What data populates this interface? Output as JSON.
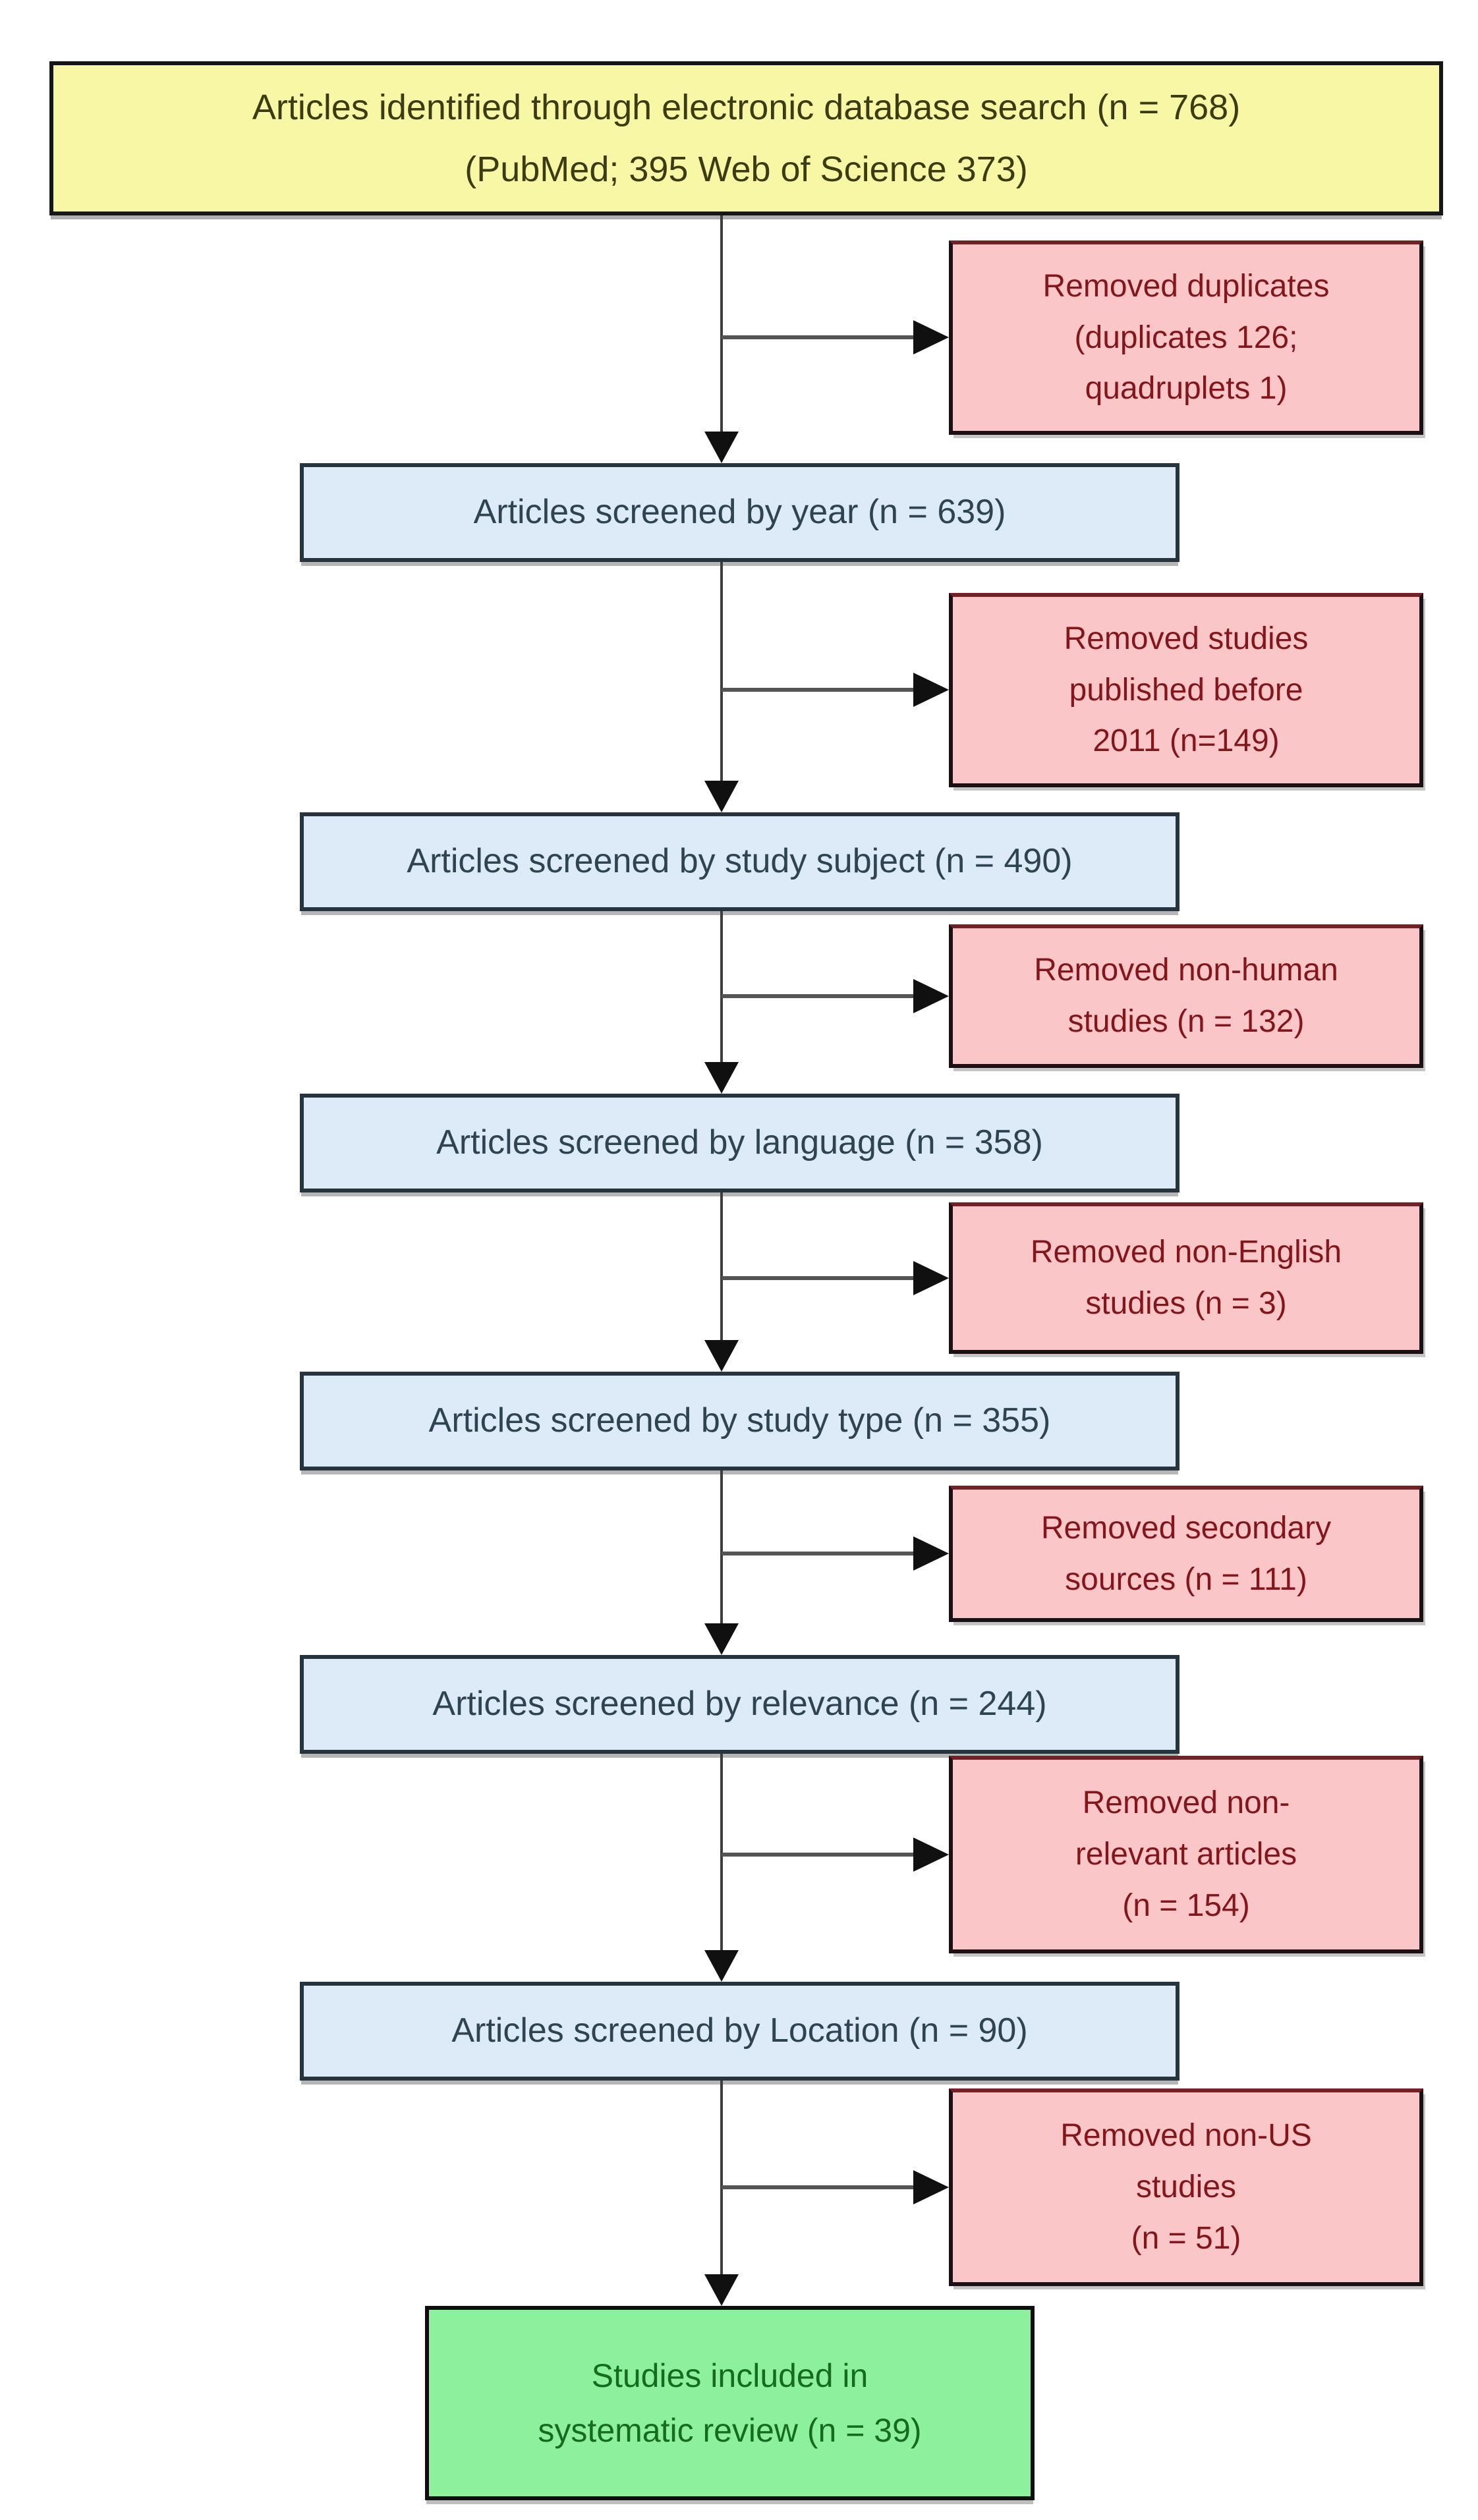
{
  "diagram": {
    "kind": "systematic-review-flowchart",
    "identification": {
      "lines": [
        "Articles identified through electronic database search (n = 768)",
        "(PubMed; 395 Web of Science 373)"
      ],
      "n": 768,
      "pubmed": 395,
      "web_of_science": 373
    },
    "screens": [
      {
        "label": "Articles screened by year (n = 639)",
        "n": 639
      },
      {
        "label": "Articles screened by study subject (n = 490)",
        "n": 490
      },
      {
        "label": "Articles screened by language (n = 358)",
        "n": 358
      },
      {
        "label": "Articles screened by study type (n = 355)",
        "n": 355
      },
      {
        "label": "Articles screened by relevance (n = 244)",
        "n": 244
      },
      {
        "label": "Articles screened by Location (n = 90)",
        "n": 90
      }
    ],
    "removals": [
      {
        "lines": [
          "Removed duplicates",
          "(duplicates 126;",
          "quadruplets 1)"
        ],
        "duplicates": 126,
        "quadruplets": 1
      },
      {
        "lines": [
          "Removed studies",
          "published before",
          "2011 (n=149)"
        ],
        "n": 149
      },
      {
        "lines": [
          "Removed non-human",
          "studies (n = 132)"
        ],
        "n": 132
      },
      {
        "lines": [
          "Removed non-English",
          "studies (n = 3)"
        ],
        "n": 3
      },
      {
        "lines": [
          "Removed secondary",
          "sources (n = 111)"
        ],
        "n": 111
      },
      {
        "lines": [
          "Removed non-",
          "relevant articles",
          "(n = 154)"
        ],
        "n": 154
      },
      {
        "lines": [
          "Removed non-US",
          "studies",
          "(n = 51)"
        ],
        "n": 51
      }
    ],
    "included": {
      "lines": [
        "Studies included in",
        "systematic review (n = 39)"
      ],
      "n": 39
    },
    "colors": {
      "identification_fill": "#F7F7A5",
      "screen_fill": "#DCEBF7",
      "removal_fill": "#FBC6C7",
      "included_fill": "#8DF09D",
      "identification_text": "#3C3C14",
      "screen_text": "#2E4450",
      "removal_text": "#84161B",
      "included_text": "#156B1F",
      "connector": "#3d3d3d",
      "arrowhead": "#101010"
    }
  }
}
